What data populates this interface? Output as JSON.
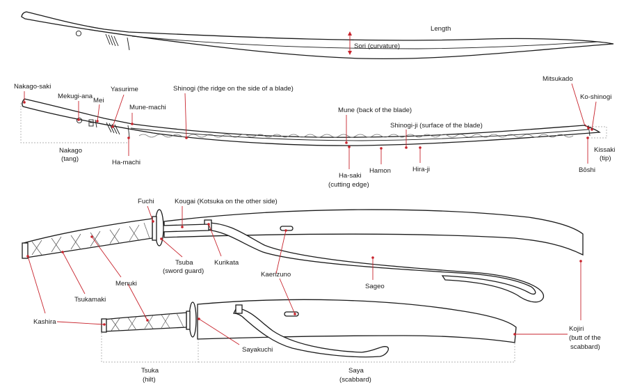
{
  "labels": {
    "length": "Length",
    "sori": "Sori (curvature)",
    "nakago_saki": "Nakago-saki",
    "mekugi_ana": "Mekugi-ana",
    "mei": "Mei",
    "yasurime": "Yasurime",
    "shinogi": "Shinogi (the ridge on the side of a blade)",
    "mune_machi": "Mune-machi",
    "mune": "Mune (back of the blade)",
    "shinogi_ji": "Shinogi-ji (surface of the blade)",
    "mitsukado": "Mitsukado",
    "ko_shinogi": "Ko-shinogi",
    "nakago_1": "Nakago",
    "nakago_2": "(tang)",
    "ha_machi": "Ha-machi",
    "ha_saki_1": "Ha-saki",
    "ha_saki_2": "(cutting edge)",
    "hamon": "Hamon",
    "hira_ji": "Hira-ji",
    "kissaki_1": "Kissaki",
    "kissaki_2": "(tip)",
    "boshi": "Bōshi",
    "fuchi": "Fuchi",
    "kougai": "Kougai (Kotsuka on the other side)",
    "kurikata": "Kurikata",
    "tsuba_1": "Tsuba",
    "tsuba_2": "(sword guard)",
    "menuki": "Menuki",
    "kaerizuno": "Kaerizuno",
    "sageo": "Sageo",
    "tsukamaki": "Tsukamaki",
    "kashira": "Kashira",
    "sayakuchi": "Sayakuchi",
    "kojiri_1": "Kojiri",
    "kojiri_2": "(butt of the",
    "kojiri_3": "scabbard)",
    "tsuka_1": "Tsuka",
    "tsuka_2": "(hilt)",
    "saya_1": "Saya",
    "saya_2": "(scabbard)"
  },
  "colors": {
    "outline": "#1a1a1a",
    "leader": "#c8232c"
  }
}
